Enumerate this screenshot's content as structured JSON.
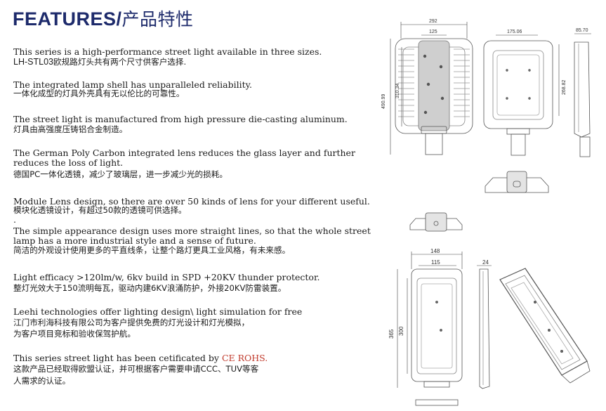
{
  "title": {
    "en": "FEATURES/",
    "zh": "产品特性"
  },
  "features": [
    {
      "en": "This series is a high-performance street light available in three sizes.",
      "model": "LH-STL03",
      "zh": "欧规路灯头共有两个尺寸供客户选择."
    },
    {
      "en": "The integrated lamp shell has unparalleled reliability.",
      "zh": "一体化成型的灯具外壳具有无以伦比的可靠性。"
    },
    {
      "en": "The street light is manufactured from high pressure die-casting aluminum.",
      "zh": "灯具由高强度压铸铝合金制造。"
    },
    {
      "en1": "The German Poly Carbon integrated lens reduces the glass layer and further",
      "en2": "reduces the loss of light.",
      "zh": "德国PC一体化透镜，减少了玻璃层，进一步减少光的损耗。"
    },
    {
      "en": "Module Lens design, so there are over 50 kinds of lens for your different useful.",
      "zh": "模块化透镜设计，有超过50款的透镜可供选择。",
      "dot": "."
    },
    {
      "en1": "The simple appearance design uses more straight lines, so that the whole street",
      "en2": "lamp has a more industrial style and a sense of future.",
      "zh": "简洁的外观设计使用更多的平直线条，让整个路灯更具工业风格，有未来感。"
    },
    {
      "en": "Light efficacy >120lm/w, 6kv build in SPD +20KV thunder protector.",
      "zh": "整灯光效大于150流明每瓦，驱动内建6KV浪涌防护，外接20KV防雷装置。"
    },
    {
      "en": "Leehi technologies offer lighting design\\ light simulation for free",
      "zh1": "江门市利海科技有限公司为客户提供免费的灯光设计和灯光模拟，",
      "zh2": "为客户项目竞标和验收保驾护航。"
    },
    {
      "en": "This series street light has been cetificated by ",
      "cert": "CE ROHS.",
      "zh1": "这款产品已经取得欧盟认证，并可根据客户需要申请CCC、TUV等客",
      "zh2": "人需求的认证。"
    }
  ],
  "dimensions": {
    "large": {
      "width": "292",
      "center": "125",
      "inner": "175.06",
      "depth": "85.70",
      "height": "490.99",
      "body": "310.34",
      "window": "268.82"
    },
    "small": {
      "width": "148",
      "center": "115",
      "depth": "24",
      "height": "365",
      "body": "300"
    }
  },
  "colors": {
    "title": "#1d2a6b",
    "accent": "#c0392b",
    "drawing": "#555555"
  }
}
